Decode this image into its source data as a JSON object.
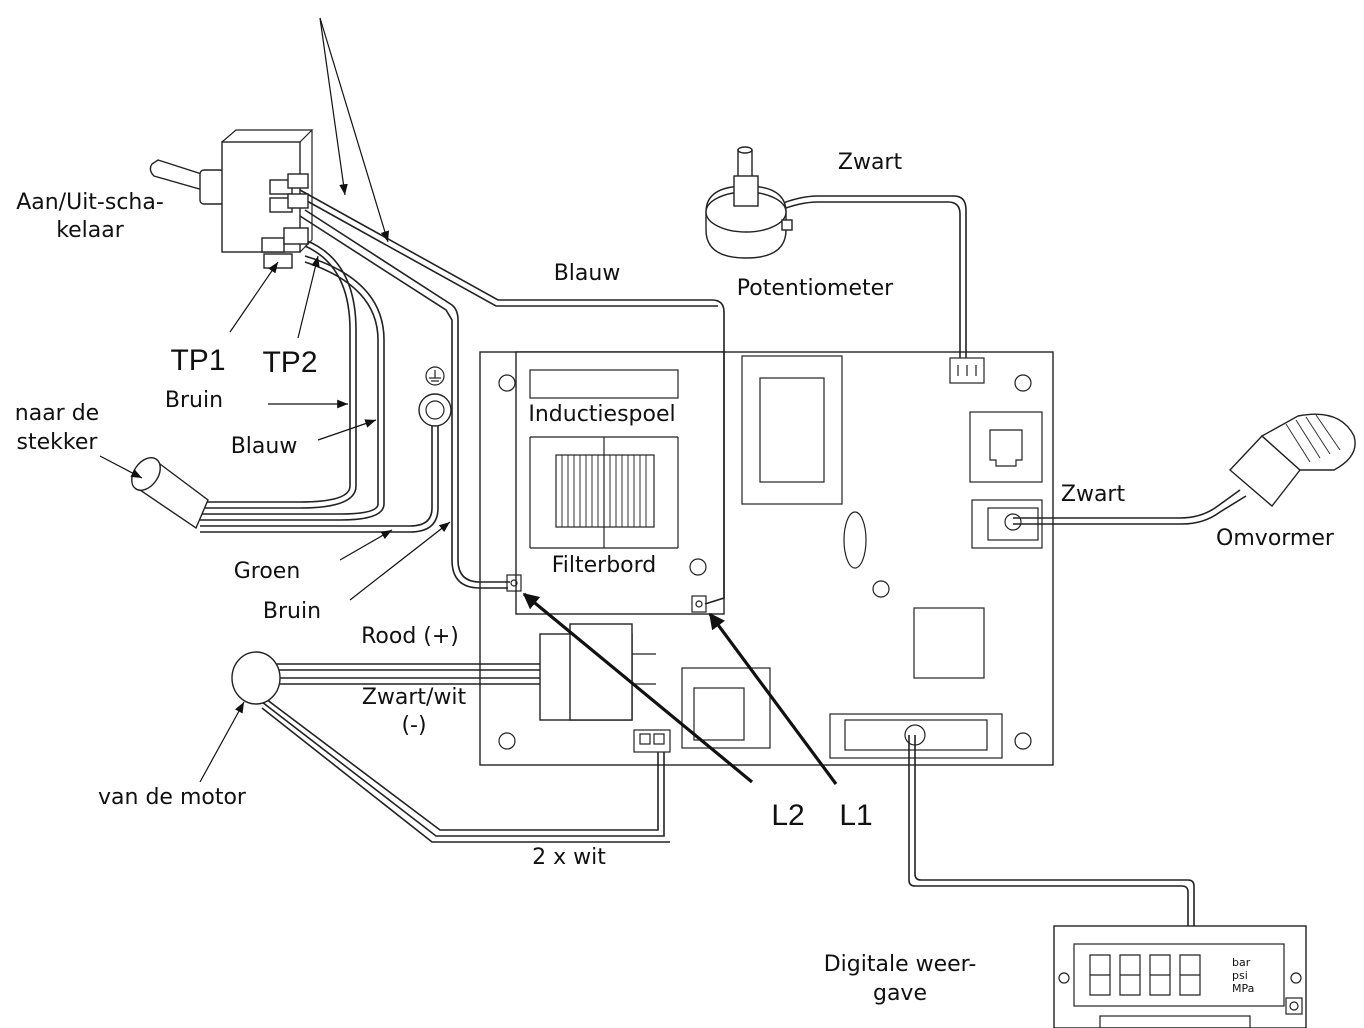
{
  "labels": {
    "switch": [
      "Aan/Uit-scha-",
      "kelaar"
    ],
    "tp1": "TP1",
    "tp2": "TP2",
    "bruin_top": "Bruin",
    "blauw_left": "Blauw",
    "naar_de_stekker": [
      "naar de",
      "stekker"
    ],
    "groen": "Groen",
    "bruin_bottom": "Bruin",
    "blauw_top": "Blauw",
    "potentiometer": "Potentiometer",
    "zwart_top": "Zwart",
    "inductiespoel": "Inductiespoel",
    "filterbord": "Filterbord",
    "zwart_right": "Zwart",
    "omvormer": "Omvormer",
    "rood": "Rood (+)",
    "zwart_wit": [
      "Zwart/wit",
      "(-)"
    ],
    "van_de_motor": "van de motor",
    "twee_x_wit": "2 x wit",
    "l2": "L2",
    "l1": "L1",
    "digitale_weergave": [
      "Digitale weer-",
      "gave"
    ]
  },
  "display": {
    "units": [
      "bar",
      "psi",
      "MPa"
    ]
  }
}
